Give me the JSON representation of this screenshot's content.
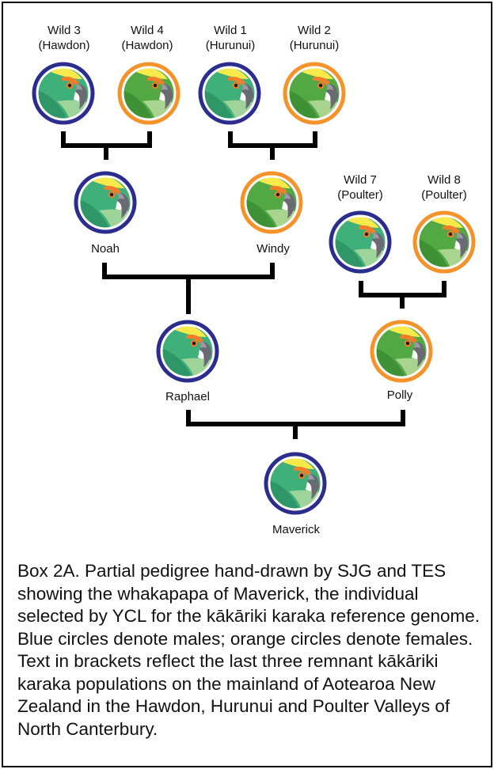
{
  "colors": {
    "male_ring": "#2b2d8e",
    "female_ring": "#f5922a",
    "male_body": "#3fb07a",
    "female_body": "#52a843",
    "crown": "#f7ea4a",
    "brow": "#f07e2a",
    "connector": "#000000"
  },
  "individuals": [
    {
      "id": "wild3",
      "name": "Wild 3",
      "location": "(Hawdon)",
      "sex": "male"
    },
    {
      "id": "wild4",
      "name": "Wild 4",
      "location": "(Hawdon)",
      "sex": "female"
    },
    {
      "id": "wild1",
      "name": "Wild 1",
      "location": "(Hurunui)",
      "sex": "male"
    },
    {
      "id": "wild2",
      "name": "Wild 2",
      "location": "(Hurunui)",
      "sex": "female"
    },
    {
      "id": "noah",
      "name": "Noah",
      "location": "",
      "sex": "male"
    },
    {
      "id": "windy",
      "name": "Windy",
      "location": "",
      "sex": "female"
    },
    {
      "id": "wild7",
      "name": "Wild 7",
      "location": "(Poulter)",
      "sex": "male"
    },
    {
      "id": "wild8",
      "name": "Wild 8",
      "location": "(Poulter)",
      "sex": "female"
    },
    {
      "id": "raphael",
      "name": "Raphael",
      "location": "",
      "sex": "male"
    },
    {
      "id": "polly",
      "name": "Polly",
      "location": "",
      "sex": "female"
    },
    {
      "id": "maverick",
      "name": "Maverick",
      "location": "",
      "sex": "male"
    }
  ],
  "caption": "Box 2A. Partial pedigree hand-drawn by SJG and TES showing the whakapapa of Maverick, the individual selected by YCL for the kākāriki karaka reference genome. Blue circles denote males; orange circles denote females. Text in brackets reflect the last three remnant kākāriki karaka populations on the mainland of Aotearoa New Zealand in the Hawdon, Hurunui and Poulter Valleys of North Canterbury."
}
